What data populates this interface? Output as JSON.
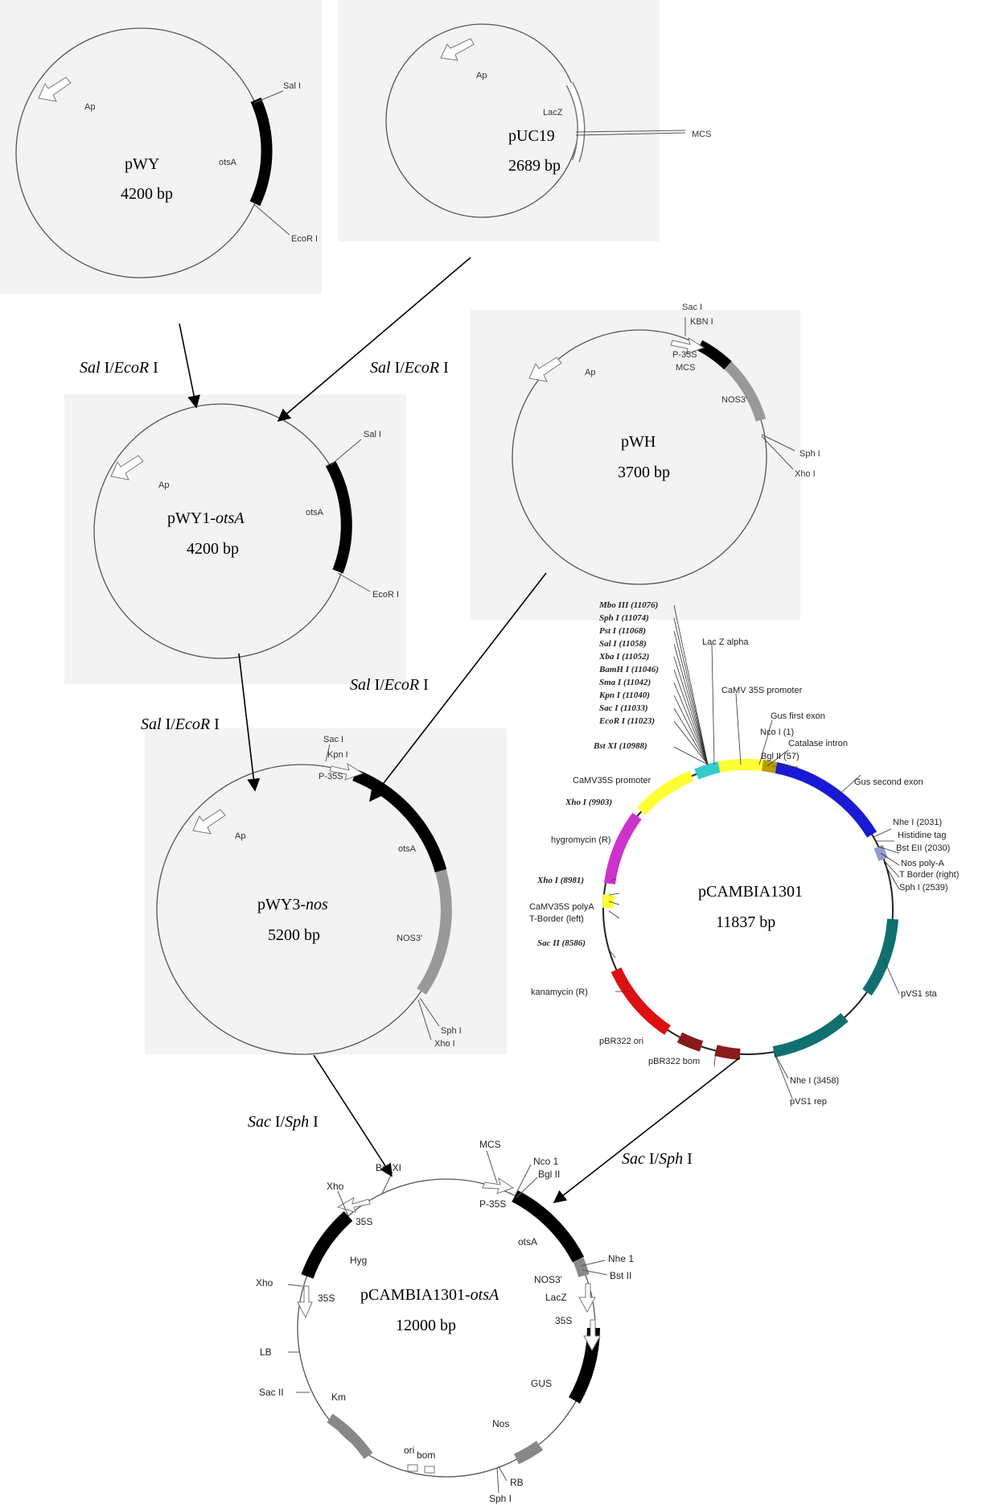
{
  "plasmids": {
    "pwy": {
      "name": "pWY",
      "size": "4200 bp",
      "labels": {
        "gene": "otsA",
        "sal": "Sal I",
        "ecor": "EcoR I",
        "ap": "Ap"
      }
    },
    "puc19": {
      "name": "pUC19",
      "size": "2689 bp",
      "labels": {
        "ap": "Ap",
        "lacz": "LacZ",
        "mcs": "MCS"
      }
    },
    "pwy1": {
      "name_main": "pWY1-",
      "name_italic": "otsA",
      "size": "4200 bp",
      "labels": {
        "gene": "otsA",
        "sal": "Sal I",
        "ecor": "EcoR I",
        "ap": "Ap"
      }
    },
    "pwh": {
      "name": "pWH",
      "size": "3700 bp",
      "labels": {
        "sac": "Sac I",
        "kbn": "KBN I",
        "p35s": "P-35S",
        "mcs": "MCS",
        "nos": "NOS3'",
        "sph": "Sph I",
        "xho": "Xho I",
        "ap": "Ap"
      }
    },
    "pwy3": {
      "name_main": "pWY3-",
      "name_italic": "nos",
      "size": "5200 bp",
      "labels": {
        "sac": "Sac I",
        "kpn": "Kpn I",
        "p35s": "P-35S",
        "gene": "otsA",
        "nos": "NOS3'",
        "sph": "Sph I",
        "xho": "Xho I",
        "ap": "Ap"
      }
    },
    "pcambia": {
      "name": "pCAMBIA1301",
      "size": "11837 bp"
    },
    "final": {
      "name_main": "pCAMBIA1301-",
      "name_italic": "otsA",
      "size": "12000 bp",
      "labels": {
        "mcs": "MCS",
        "nco": "Nco 1",
        "bgl": "Bgl II",
        "p35s": "P-35S",
        "bstx": "Bst XI",
        "xho1": "Xho",
        "s35a": "35S",
        "hyg": "Hyg",
        "otsa": "otsA",
        "nhe": "Nhe 1",
        "bst2": "Bst II",
        "nos3": "NOS3'",
        "xho2": "Xho",
        "s35b": "35S",
        "lacz": "LacZ",
        "s35c": "35S",
        "lb": "LB",
        "gus": "GUS",
        "sac2": "Sac II",
        "km": "Km",
        "nos": "Nos",
        "ori": "ori",
        "bom": "bom",
        "rb": "RB",
        "sph": "Sph I"
      }
    }
  },
  "pcambia_labels": {
    "site_labels": [
      "Mbo III (11076)",
      "Sph I (11074)",
      "Pst I (11068)",
      "Sal I (11058)",
      "Xba I (11052)",
      "BamH I (11046)",
      "Sma I (11042)",
      "Kpn I (11040)",
      "Sac I (11033)",
      "EcoR I (11023)",
      "Bst XI (10988)",
      "Xho I (9903)",
      "Xho I (8981)",
      "Sac II (8586)"
    ],
    "lacz": "Lac Z alpha",
    "camv35s": "CaMV 35S promoter",
    "gus_first": "Gus first exon",
    "xbal": "Nco I (1)",
    "catalase": "Catalase intron",
    "bgl": "Bgl II (57)",
    "gus_second": "Gus second exon",
    "nhe_top": "Nhe I (2031)",
    "histidine": "Histidine tag",
    "bst": "Bst EII (2030)",
    "nospolya": "Nos poly-A",
    "tborder_right": "T Border (right)",
    "sph": "Sph I (2539)",
    "camv35s_prom": "CaMV35S promoter",
    "hygromycin": "hygromycin (R)",
    "camv_polya": "CaMV35S polyA",
    "tborder_left": "T-Border (left)",
    "kanamycin": "kanamycin (R)",
    "pbr_ori": "pBR322 ori",
    "pbr_bom": "pBR322 bom",
    "pvs1_sta": "pVS1 sta",
    "nhe_bottom": "Nhe I (3458)",
    "pvs1_rep": "pVS1 rep"
  },
  "enzymes": {
    "e1": {
      "i1": "Sal",
      "n1": " I/",
      "i2": "EcoR",
      "n2": " I"
    },
    "e2": {
      "i1": "Sal",
      "n1": " I/",
      "i2": "EcoR",
      "n2": " I"
    },
    "e3": {
      "i1": "Sal",
      "n1": " I/",
      "i2": "EcoR",
      "n2": " I"
    },
    "e4": {
      "i1": "Sal",
      "n1": " I/",
      "i2": "EcoR",
      "n2": " I"
    },
    "e5": {
      "i1": "Sac",
      "n1": " I/",
      "i2": "Sph",
      "n2": " I"
    },
    "e6": {
      "i1": "Sac",
      "n1": " I/",
      "i2": "Sph",
      "n2": " I"
    }
  },
  "colors": {
    "gene_black": "#000000",
    "nos_gray": "#999999",
    "yellow": "#ffff33",
    "blue": "#1a1ad6",
    "magenta": "#cc33cc",
    "red": "#dd1111",
    "teal": "#0f7070",
    "darkred": "#8b1a1a",
    "cyan": "#33cccc"
  },
  "icons": [
    "arrow-icon"
  ]
}
